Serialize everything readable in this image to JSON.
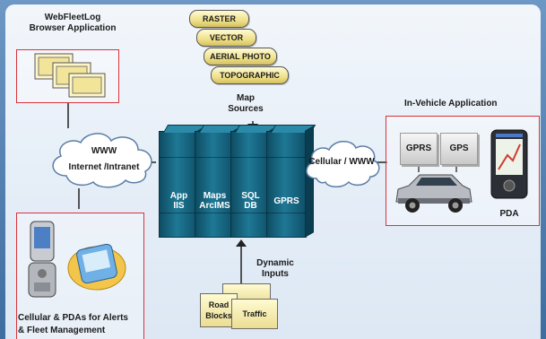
{
  "browser_app": {
    "title_line1": "WebFleetLog",
    "title_line2": "Browser Application"
  },
  "map_sources": {
    "layers": [
      "RASTER",
      "VECTOR",
      "AERIAL PHOTO",
      "TOPOGRAPHIC"
    ],
    "label_line1": "Map",
    "label_line2": "Sources"
  },
  "in_vehicle": {
    "title": "In-Vehicle Application",
    "gprs": "GPRS",
    "gps": "GPS",
    "pda": "PDA"
  },
  "cloud_left": {
    "line1": "WWW",
    "line2": "Internet /Intranet"
  },
  "cloud_right": {
    "line1": "Cellular / WWW"
  },
  "servers": [
    {
      "line1": "App",
      "line2": "IIS"
    },
    {
      "line1": "Maps",
      "line2": "ArcIMS"
    },
    {
      "line1": "SQL",
      "line2": "DB"
    },
    {
      "line1": "GPRS",
      "line2": ""
    }
  ],
  "dynamic_inputs": {
    "label_line1": "Dynamic",
    "label_line2": "Inputs",
    "road_blocks_line1": "Road",
    "road_blocks_line2": "Blocks",
    "traffic": "Traffic"
  },
  "mobile": {
    "caption_line1": "Cellular & PDAs for Alerts",
    "caption_line2": "& Fleet Management"
  },
  "colors": {
    "accent_red": "#d8333a",
    "server_teal": "#1e7895",
    "frame_blue": "#5b86b5"
  }
}
